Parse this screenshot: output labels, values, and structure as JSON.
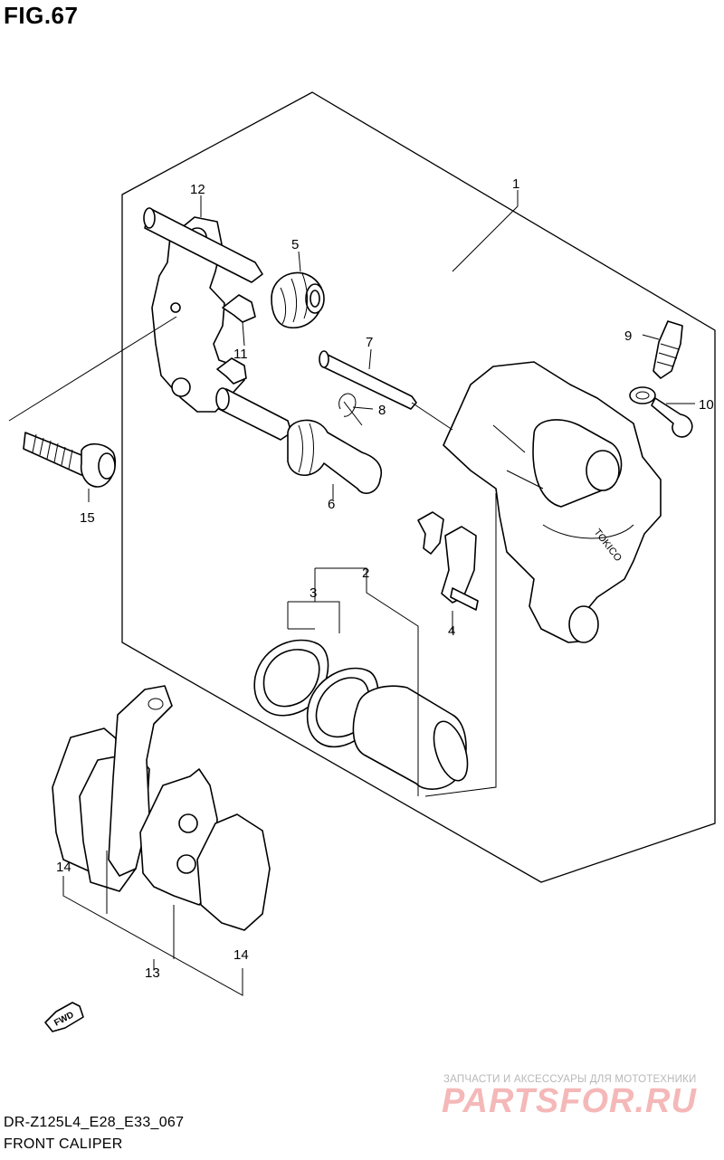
{
  "figure": {
    "title": "FIG.67"
  },
  "callouts": [
    "1",
    "2",
    "3",
    "4",
    "5",
    "6",
    "7",
    "8",
    "9",
    "10",
    "11",
    "12",
    "13",
    "14",
    "14",
    "15"
  ],
  "caliper_brand": "TOKICO",
  "fwd_label": "FWD",
  "footer": {
    "model_code": "DR-Z125L4_E28_E33_067",
    "subtitle": "FRONT CALIPER"
  },
  "watermark": {
    "line1": "ЗАПЧАСТИ И АКСЕССУАРЫ ДЛЯ МОТОТЕХНИКИ",
    "logo": "PARTSFOR.RU"
  }
}
